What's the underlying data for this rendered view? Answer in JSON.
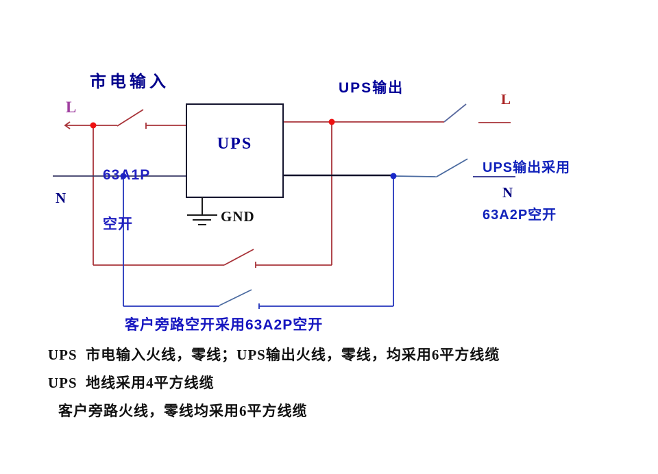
{
  "diagram": {
    "section_labels": {
      "mains_input": "市电输入",
      "ups_output": "UPS输出",
      "ups_box": "UPS",
      "gnd": "GND"
    },
    "terminals": {
      "l_left": "L",
      "n_left": "N",
      "l_right": "L",
      "n_right": "N"
    },
    "breakers": {
      "input_breaker_line1": "63A1P",
      "input_breaker_line2": "空开",
      "output_breaker_line1": "UPS输出采用",
      "output_breaker_line2": "63A2P空开",
      "bypass_breaker": "客户旁路空开采用63A2P空开"
    },
    "notes": [
      "UPS  市电输入火线，零线；UPS输出火线，零线，均采用6平方线缆",
      "UPS  地线采用4平方线缆",
      "客户旁路火线，零线均采用6平方线缆"
    ],
    "colors": {
      "live_wire_red": "#a83238",
      "neutral_wire_blue": "#2233bb",
      "switch_slate_blue": "#4a6aa0",
      "junction_dot_red": "#ee1111",
      "junction_dot_blue": "#1828c8",
      "label_navy": "#000099",
      "label_magenta": "#a040a0",
      "label_dark_red": "#aa2222",
      "note_text_black": "#111111",
      "background": "#ffffff"
    }
  }
}
